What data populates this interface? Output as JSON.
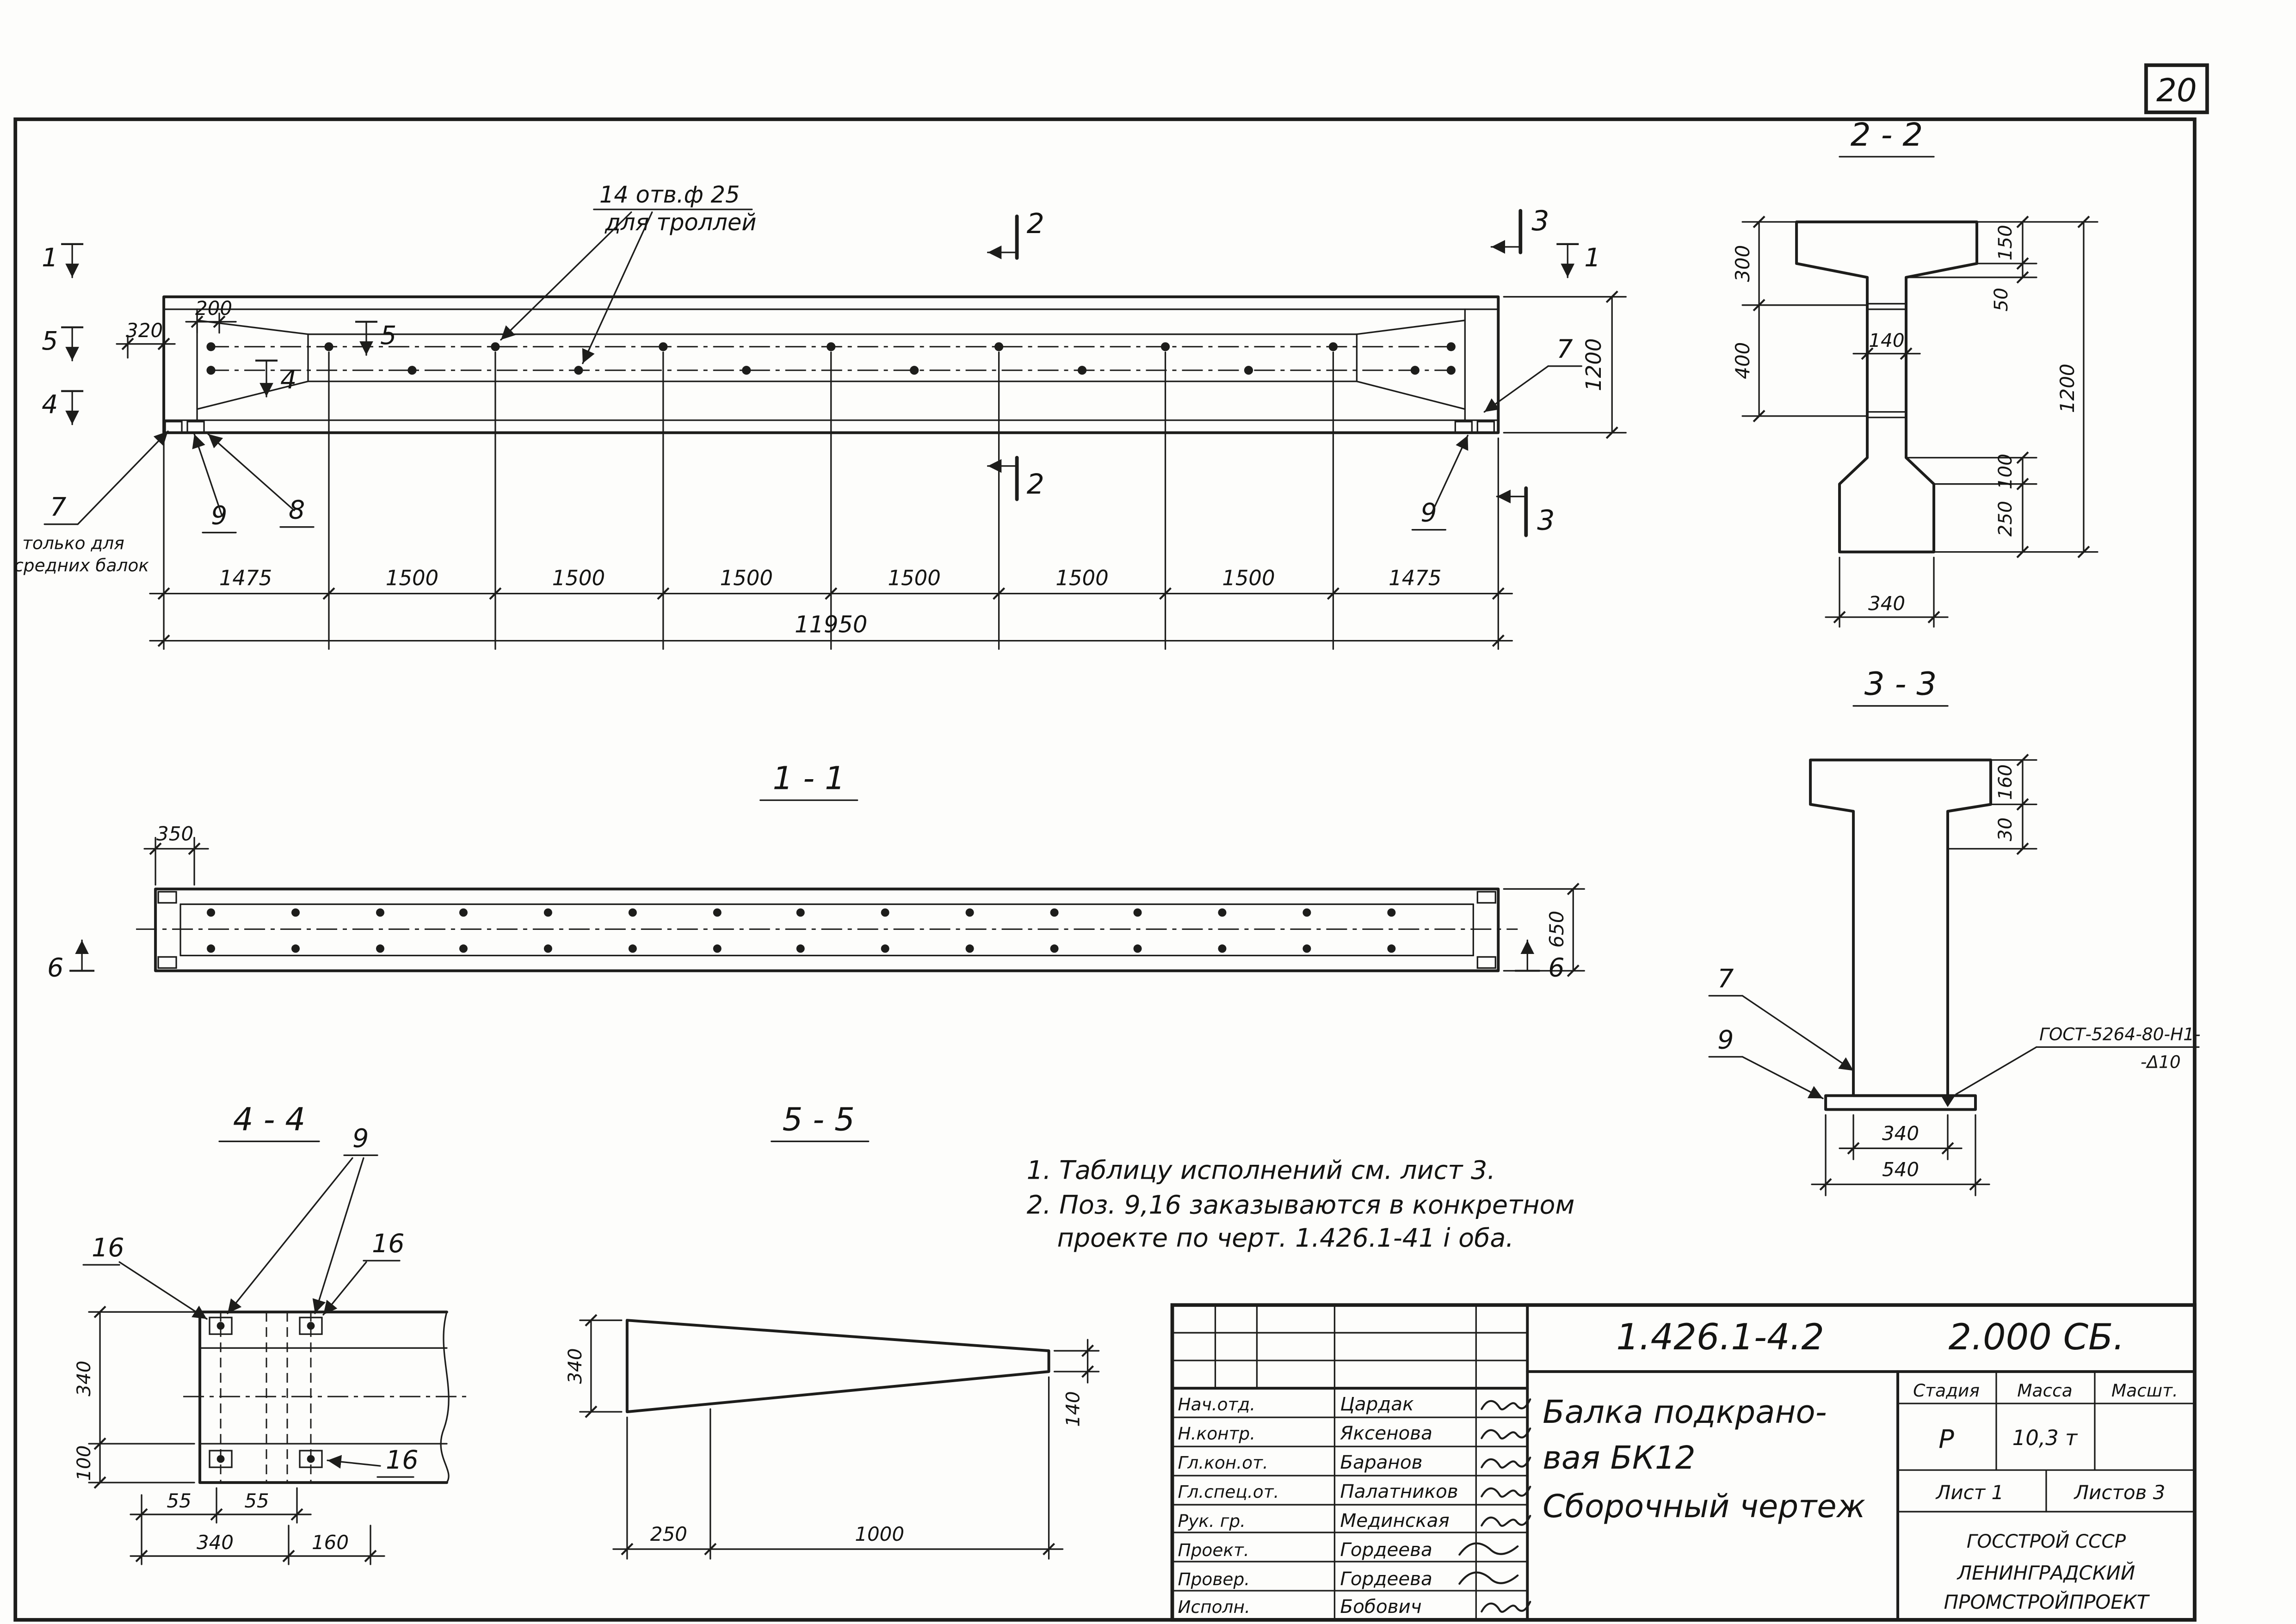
{
  "sheet": {
    "number": "20"
  },
  "marks": {
    "m1": "1",
    "m2": "2",
    "m3": "3",
    "m4": "4",
    "m5": "5",
    "m6": "6",
    "m7": "7",
    "m8": "8",
    "m9": "9",
    "m16": "16"
  },
  "main_view": {
    "holes_note_line1": "14 отв.ф 25",
    "holes_note_line2": "для троллей",
    "dim_320": "320",
    "dim_200": "200",
    "dim_1200": "1200",
    "segments": [
      "1475",
      "1500",
      "1500",
      "1500",
      "1500",
      "1500",
      "1500",
      "1475"
    ],
    "total_length": "11950",
    "note_mid_beams_1": "только для",
    "note_mid_beams_2": "средних балок"
  },
  "section_2_2": {
    "title": "2 - 2",
    "dim_300": "300",
    "dim_400": "400",
    "dim_150": "150",
    "dim_50": "50",
    "dim_140": "140",
    "dim_1200": "1200",
    "dim_100": "100",
    "dim_250": "250",
    "dim_340": "340"
  },
  "section_3_3": {
    "title": "3 - 3",
    "dim_160": "160",
    "dim_30": "30",
    "dim_340": "340",
    "dim_540": "540",
    "weld_note_1": "ГОСТ-5264-80-Н1-",
    "weld_note_2": "-Δ10"
  },
  "view_1_1": {
    "title": "1 - 1",
    "dim_350": "350",
    "dim_650": "650"
  },
  "view_4_4": {
    "title": "4 - 4",
    "dim_340": "340",
    "dim_100": "100",
    "dim_55a": "55",
    "dim_55b": "55",
    "dim_340b": "340",
    "dim_160": "160"
  },
  "view_5_5": {
    "title": "5 - 5",
    "dim_340": "340",
    "dim_140": "140",
    "dim_250": "250",
    "dim_1000": "1000"
  },
  "notes": {
    "line1": "1. Таблицу исполнений  см. лист 3.",
    "line2": "2. Поз. 9,16 заказываются в конкретном",
    "line3": "проекте по черт. 1.426.1-41 і оба."
  },
  "title_block": {
    "doc_number": "1.426.1-4.2",
    "doc_code": "2.000 СБ.",
    "product_line1": "Балка подкрано-",
    "product_line2": "вая БК12",
    "product_line3": "Сборочный  чертеж",
    "col_stage": "Стадия",
    "col_mass": "Масса",
    "col_scale": "Масшт.",
    "stage_value": "Р",
    "mass_value": "10,3 т",
    "sheet_info": "Лист 1",
    "sheets_info": "Листов 3",
    "org_line1": "ГОССТРОЙ СССР",
    "org_line2": "ЛЕНИНГРАДСКИЙ",
    "org_line3": "ПРОМСТРОЙПРОЕКТ",
    "rows": [
      {
        "role": "Нач.отд.",
        "name": "Цардак"
      },
      {
        "role": "Н.контр.",
        "name": "Яксенова"
      },
      {
        "role": "Гл.кон.от.",
        "name": "Баранов"
      },
      {
        "role": "Гл.спец.от.",
        "name": "Палатников"
      },
      {
        "role": "Рук. гр.",
        "name": "Мединская"
      },
      {
        "role": "Проект.",
        "name": "Гордеева"
      },
      {
        "role": "Провер.",
        "name": "Гордеева"
      },
      {
        "role": "Исполн.",
        "name": "Бобович"
      }
    ]
  }
}
